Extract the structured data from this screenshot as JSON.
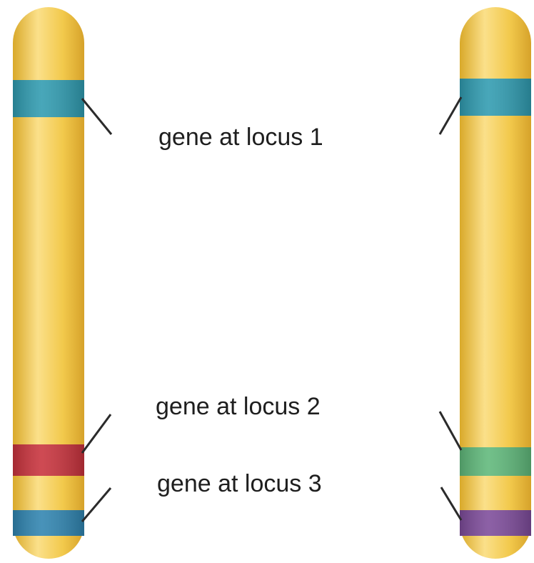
{
  "labels": {
    "locus1": "gene at locus 1",
    "locus2": "gene at locus 2",
    "locus3": "gene at locus 3"
  },
  "colors": {
    "chromosome": "#f2c94c",
    "chromosome_highlight": "#fbe08a",
    "chromosome_shadow": "#d9a92a",
    "left_locus1_band": "#2f9bb0",
    "left_locus2_band": "#c8323c",
    "left_locus3_band": "#2f84b0",
    "right_locus1_band": "#2f9bb0",
    "right_locus2_band": "#5fb87a",
    "right_locus3_band": "#7d4b9a",
    "pointer_line": "#2b2b2b"
  }
}
